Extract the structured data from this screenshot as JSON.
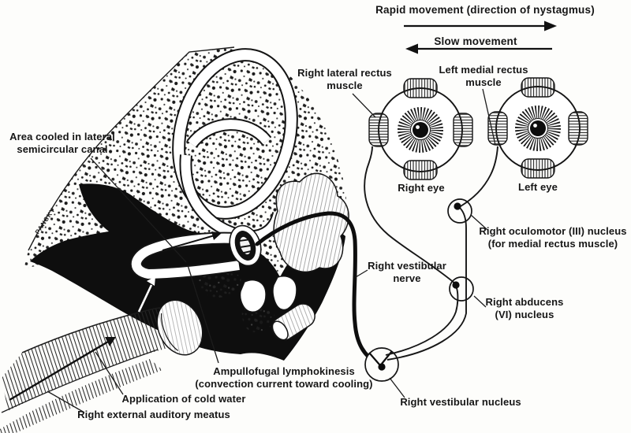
{
  "colors": {
    "paper": "#fdfdfb",
    "ink": "#161616"
  },
  "movement_arrows": {
    "rapid": "Rapid movement (direction of nystagmus)",
    "slow": "Slow movement"
  },
  "eyes": {
    "right_eye": "Right eye",
    "left_eye": "Left eye",
    "right_lateral_rectus": [
      "Right lateral rectus",
      "muscle"
    ],
    "left_medial_rectus": [
      "Left medial rectus",
      "muscle"
    ]
  },
  "pathway": {
    "oculomotor": [
      "Right oculomotor (III) nucleus",
      "(for medial rectus muscle)"
    ],
    "abducens": [
      "Right abducens",
      "(VI) nucleus"
    ],
    "vestibular_nerve": [
      "Right vestibular",
      "nerve"
    ],
    "vestibular_nucleus": "Right vestibular nucleus"
  },
  "ear": {
    "area_cooled": [
      "Area cooled in lateral",
      "semicircular canal"
    ],
    "ampullofugal": [
      "Ampullofugal lymphokinesis",
      "(convection current toward cooling)"
    ],
    "application": "Application of cold water",
    "meatus": "Right external auditory meatus",
    "signature": "PANSKY"
  }
}
